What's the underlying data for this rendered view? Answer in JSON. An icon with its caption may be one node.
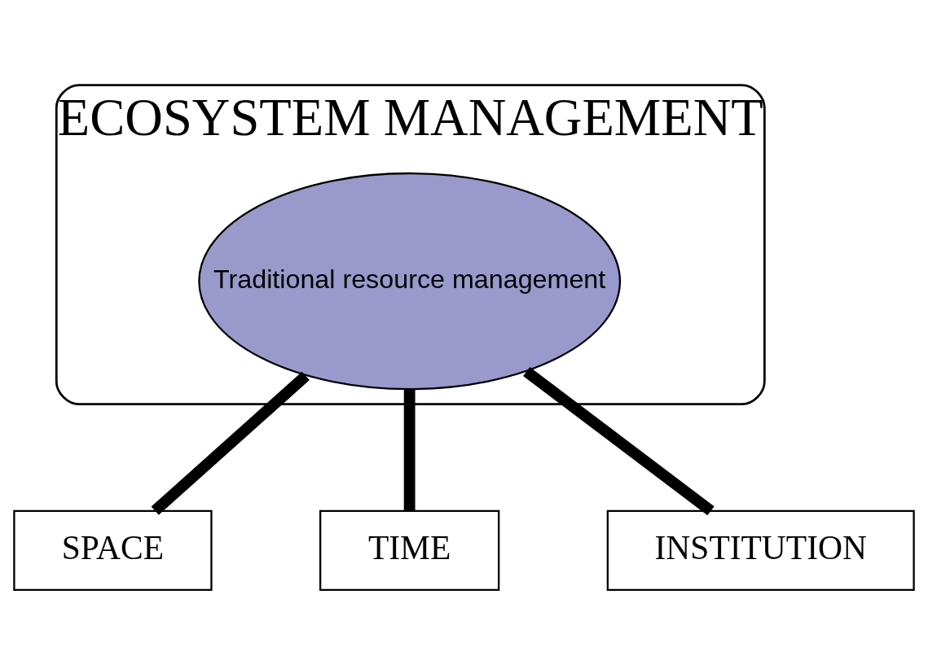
{
  "diagram": {
    "nodes": [
      {
        "text": [
          "ECOSYSTEM MANAGEMENT"
        ]
      },
      {
        "text": [
          "Traditional resource management"
        ],
        "in": 0
      },
      {
        "text": [
          "SPACE"
        ]
      },
      {
        "text": [
          "TIME"
        ]
      },
      {
        "text": [
          "INSTITUTION"
        ]
      }
    ],
    "edges": [
      {
        "from": 1,
        "to": 2,
        "arrow": "none"
      },
      {
        "from": 1,
        "to": 3,
        "arrow": "none"
      },
      {
        "from": 1,
        "to": 4,
        "arrow": "none"
      }
    ]
  }
}
